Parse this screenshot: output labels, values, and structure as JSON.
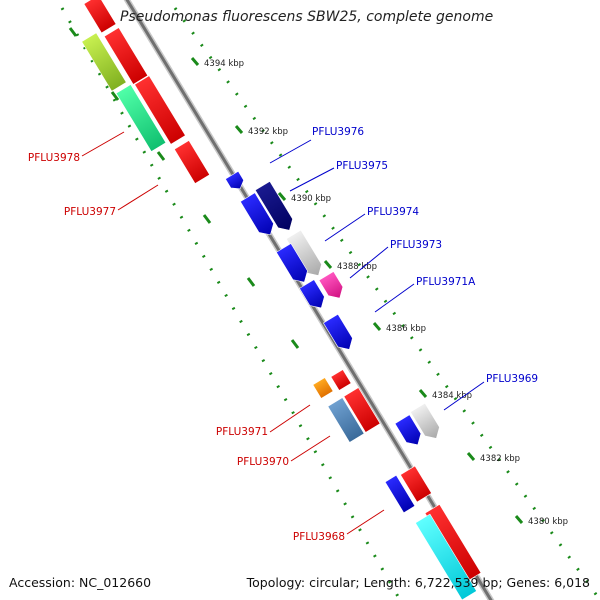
{
  "title": "Pseudomonas fluorescens SBW25, complete genome",
  "footer": {
    "accession": "Accession: NC_012660",
    "summary": "Topology: circular; Length: 6,722,539 bp; Genes: 6,018"
  },
  "colors": {
    "backbone": "#888888",
    "tick": "#1a8a1a",
    "forward_label": "#0000cc",
    "reverse_label": "#cc0000"
  },
  "ticks": [
    {
      "label": "4394 kbp"
    },
    {
      "label": "4392 kbp"
    },
    {
      "label": "4390 kbp"
    },
    {
      "label": "4388 kbp"
    },
    {
      "label": "4386 kbp"
    },
    {
      "label": "4384 kbp"
    },
    {
      "label": "4382 kbp"
    },
    {
      "label": "4380 kbp"
    }
  ],
  "gene_labels": [
    {
      "text": "PFLU3976"
    },
    {
      "text": "PFLU3975"
    },
    {
      "text": "PFLU3974"
    },
    {
      "text": "PFLU3973"
    },
    {
      "text": "PFLU3971A"
    },
    {
      "text": "PFLU3969"
    },
    {
      "text": "PFLU3978"
    },
    {
      "text": "PFLU3977"
    },
    {
      "text": "PFLU3971"
    },
    {
      "text": "PFLU3970"
    },
    {
      "text": "PFLU3968"
    }
  ]
}
